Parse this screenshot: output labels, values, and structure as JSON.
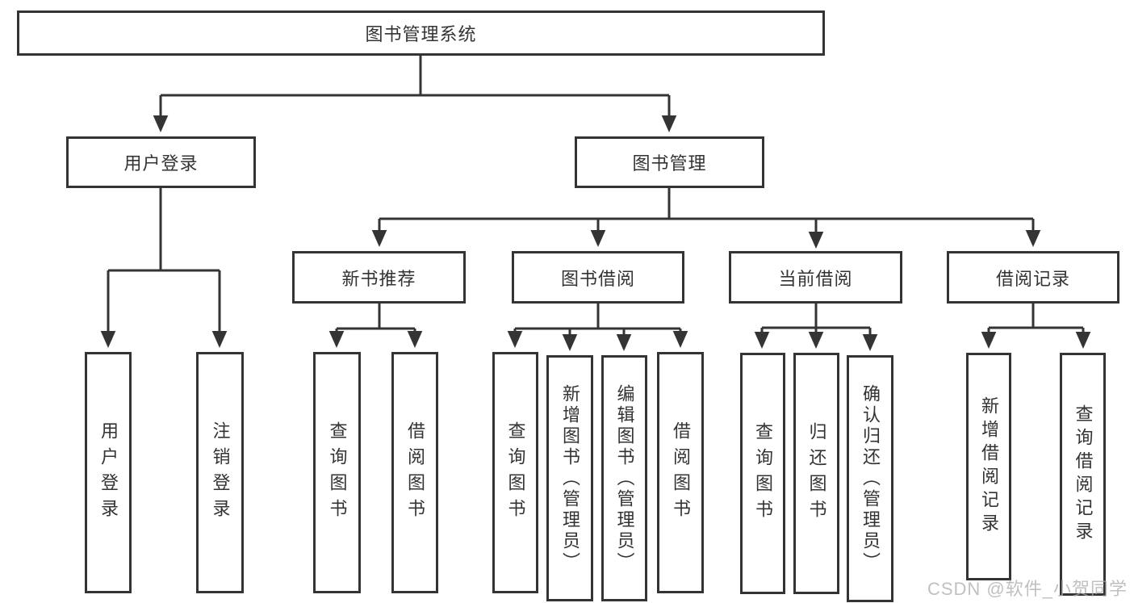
{
  "tree": {
    "root": "图书管理系统",
    "children": [
      {
        "label": "用户登录",
        "children": [
          {
            "label": "用户登录"
          },
          {
            "label": "注销登录"
          }
        ]
      },
      {
        "label": "图书管理",
        "children": [
          {
            "label": "新书推荐",
            "children": [
              {
                "label": "查询图书"
              },
              {
                "label": "借阅图书"
              }
            ]
          },
          {
            "label": "图书借阅",
            "children": [
              {
                "label": "查询图书"
              },
              {
                "label": "新增图书（管理员）"
              },
              {
                "label": "编辑图书（管理员）"
              },
              {
                "label": "借阅图书"
              }
            ]
          },
          {
            "label": "当前借阅",
            "children": [
              {
                "label": "查询图书"
              },
              {
                "label": "归还图书"
              },
              {
                "label": "确认归还（管理员）"
              }
            ]
          },
          {
            "label": "借阅记录",
            "children": [
              {
                "label": "新增借阅记录"
              },
              {
                "label": "查询借阅记录"
              }
            ]
          }
        ]
      }
    ]
  },
  "colors": {
    "line": "#343434",
    "text": "#333333",
    "watermark": "#ababab",
    "background": "#ffffff"
  },
  "watermark": {
    "text": "CSDN @软件_小贺同学"
  }
}
